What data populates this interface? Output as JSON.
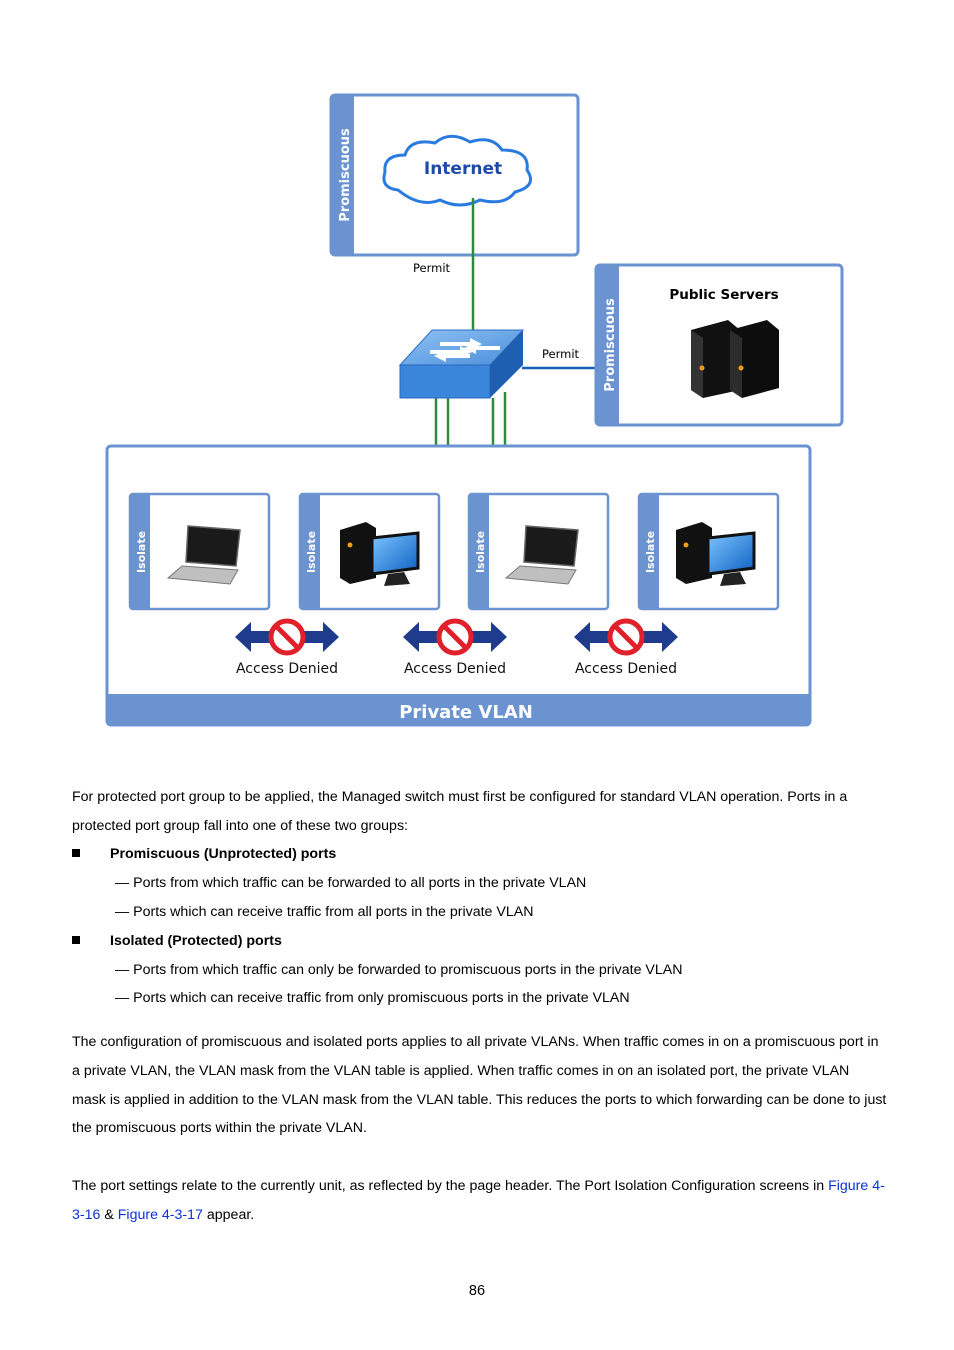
{
  "diagram": {
    "promiscuous_label": "Promiscuous",
    "internet_label": "Internet",
    "permit_top": "Permit",
    "permit_side": "Permit",
    "public_servers": "Public Servers",
    "isolate_label": "Isolate",
    "access_denied": "Access Denied",
    "private_vlan": "Private VLAN",
    "colors": {
      "panel_blue": "#6a93d0",
      "link_green": "#2e8b3c",
      "link_blue": "#1a5fb4",
      "deny_red": "#e0202a",
      "arrow_navy": "#1f3c8c"
    }
  },
  "body": {
    "p1": "For protected port group to be applied, the Managed switch must first be configured for standard VLAN operation. Ports in a protected port group fall into one of these two groups:",
    "bullet1": "Promiscuous (Unprotected) ports",
    "b1_item1": "— Ports from which traffic can be forwarded to all ports in the private VLAN",
    "b1_item2": "— Ports which can receive traffic from all ports in the private VLAN",
    "bullet2": "Isolated (Protected) ports",
    "b2_item1": "— Ports from which traffic can only be forwarded to promiscuous ports in the private VLAN",
    "b2_item2": "— Ports which can receive traffic from only promiscuous ports in the private VLAN",
    "p2": "The configuration of promiscuous and isolated ports applies to all private VLANs. When traffic comes in on a promiscuous port in a private VLAN, the VLAN mask from the VLAN table is applied. When traffic comes in on an isolated port, the private VLAN mask is applied in addition to the VLAN mask from the VLAN table. This reduces the ports to which forwarding can be done to just the promiscuous ports within the private VLAN.",
    "p3_before": "The port settings relate to the currently unit, as reflected by the page header. The Port Isolation Configuration screens in ",
    "p3_link1": "Figure 4-3-16",
    "p3_mid": " & ",
    "p3_link2": "Figure 4-3-17",
    "p3_after": " appear."
  },
  "page_number": "86"
}
